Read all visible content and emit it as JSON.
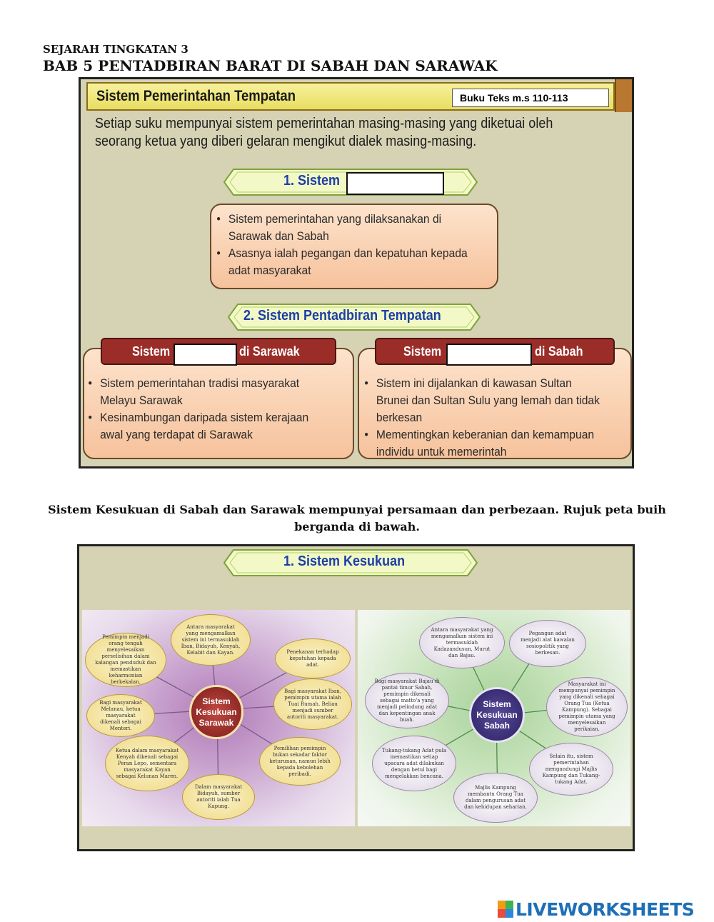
{
  "header": {
    "subject": "SEJARAH TINGKATAN 3",
    "chapter": "BAB 5 PENTADBIRAN BARAT DI SABAH DAN SARAWAK"
  },
  "panel1": {
    "title": "Sistem Pemerintahan Tempatan",
    "textbook_ref": "Buku Teks m.s 110-113",
    "intro": "Setiap suku mempunyai sistem pemerintahan masing-masing yang diketuai oleh seorang ketua yang diberi gelaran mengikut dialek masing-masing.",
    "section1": {
      "label": "1. Sistem",
      "blank_value": "",
      "points": [
        "Sistem pemerintahan yang dilaksanakan di Sarawak dan Sabah",
        "Asasnya ialah pegangan dan kepatuhan kepada adat masyarakat"
      ]
    },
    "section2": {
      "label": "2. Sistem Pentadbiran Tempatan"
    },
    "sarawak": {
      "prefix": "Sistem",
      "blank_value": "",
      "suffix": "di Sarawak",
      "points": [
        "Sistem pemerintahan tradisi masyarakat Melayu Sarawak",
        "Kesinambungan daripada sistem kerajaan awal yang terdapat di Sarawak"
      ]
    },
    "sabah": {
      "prefix": "Sistem",
      "blank_value": "",
      "suffix": "di Sabah",
      "points": [
        "Sistem ini dijalankan di kawasan Sultan Brunei dan Sultan Sulu yang lemah dan tidak berkesan",
        "Mementingkan keberanian dan kemampuan individu untuk memerintah"
      ]
    }
  },
  "middle_text": "Sistem Kesukuan di Sabah dan Sarawak mempunyai persamaan dan perbezaan. Rujuk peta buih berganda di bawah.",
  "panel2": {
    "title": "1. Sistem Kesukuan",
    "sarawak_map": {
      "centre": "Sistem Kesukuan Sarawak",
      "bubbles": [
        "Antara masyarakat yang mengamalkan sistem ini termasuklah Iban, Bidayuh, Kenyah, Kelabit dan Kayan.",
        "Penekanan terhadap kepatuhan kepada adat.",
        "Bagi masyarakat Iban, pemimpin utama ialah Tuai Rumah. Beliau menjadi sumber autoriti masyarakat.",
        "Pemilihan pemimpin bukan sekadar faktor keturunan, namun lebih kepada kebolehan peribadi.",
        "Dalam masyarakat Bidayuh, sumber autoriti ialah Tua Kapung.",
        "Ketua dalam masyarakat Kenyah dikenali sebagai Peran Lepo, sementara masyarakat Kayan sebagai Kelunan Maren.",
        "Bagi masyarakat Melanau, ketua masyarakat dikenali sebagai Menteri.",
        "Pemimpin menjadi orang tengah menyelesaikan perselisihan dalam kalangan penduduk dan memastikan keharmonian berkekalan."
      ]
    },
    "sabah_map": {
      "centre": "Sistem Kesukuan Sabah",
      "bubbles": [
        "Antara masyarakat yang mengamalkan sistem ini termasuklah Kadazandusun, Murut dan Bajau.",
        "Pegangan adat menjadi alat kawalan sosiopolitik yang berkesan.",
        "Masyarakat ini mempunyai pemimpin yang dikenali sebagai Orang Tua (Ketua Kampung). Sebagai pemimpin utama yang menyelesaikan perikaian.",
        "Selain itu, sistem pemerintahan mengandungi Majlis Kampung dan Tukang-tukang Adat.",
        "Majlis Kampung membantu Orang Tua dalam pengurusan adat dan kehidupan seharian.",
        "Tukang-tukang Adat pula memastikan setiap upacara adat dilakukan dengan betul bagi mengelakkan bencana.",
        "Bagi masyarakat Bajau di pantai timur Sabah, pemimpin dikenali sebagai matto'a yang menjadi pelindung adat dan kepentingan anak buah."
      ]
    }
  },
  "logo": {
    "text": "LIVEWORKSHEETS",
    "mark_colors": [
      "#f39c12",
      "#3fb34f",
      "#e74c3c",
      "#2e86de"
    ]
  },
  "colors": {
    "panel_bg": "#d6d3b4",
    "header_yellow": "#f3eb86",
    "red_bar": "#9b2d28",
    "peach": "#f9d2b2",
    "blue_text": "#1d3fa8"
  }
}
